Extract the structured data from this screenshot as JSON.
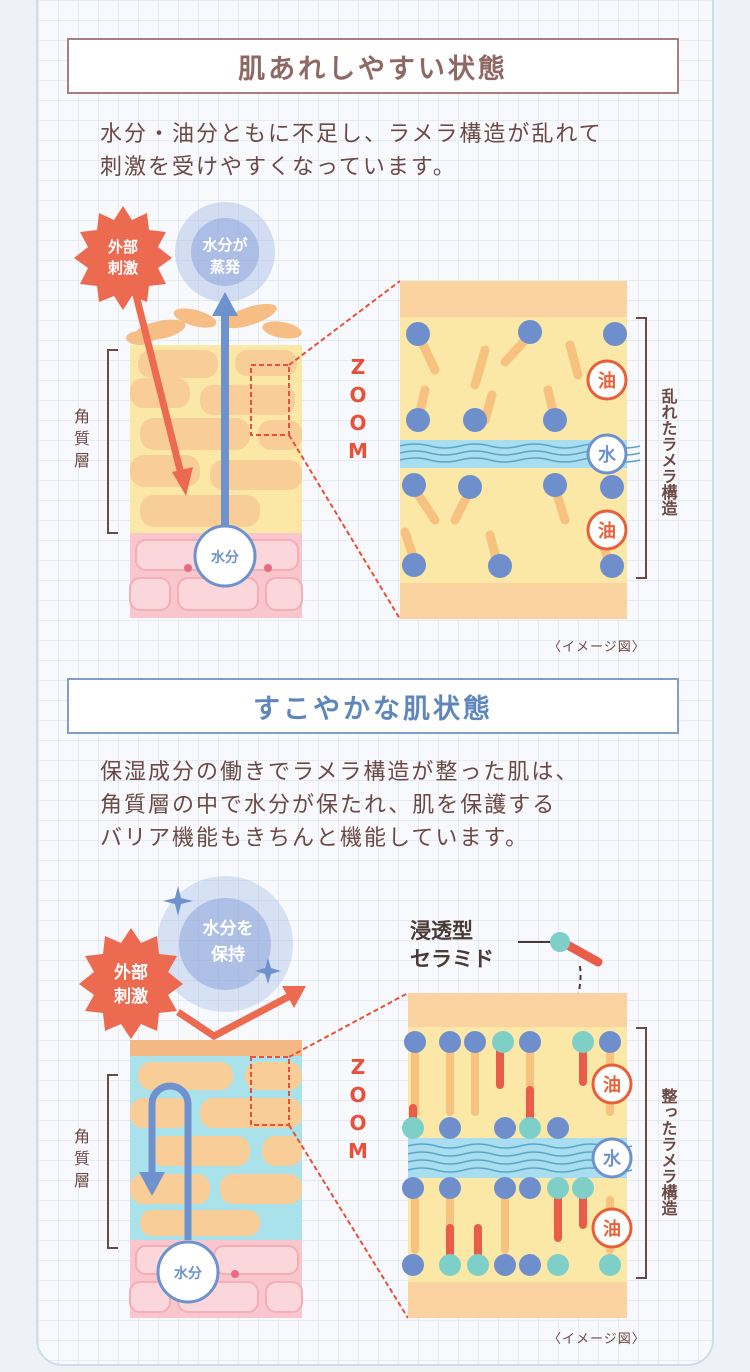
{
  "rough": {
    "title": "肌あれしやすい状態",
    "description_lines": [
      "水分・油分ともに不足し、ラメラ構造が乱れて",
      "刺激を受けやすくなっています。"
    ],
    "burst_lines": [
      "外部",
      "刺激"
    ],
    "vapor_lines": [
      "水分が",
      "蒸発"
    ],
    "stratum_lines": [
      "角",
      "質",
      "層"
    ],
    "moisture_label": "水分",
    "zoom_letters": [
      "Z",
      "O",
      "O",
      "M"
    ],
    "oil_label": "油",
    "water_label": "水",
    "structure_label": "乱れたラメラ構造",
    "caption": "〈イメージ図〉"
  },
  "healthy": {
    "title": "すこやかな肌状態",
    "description_lines": [
      "保湿成分の働きでラメラ構造が整った肌は、",
      "角質層の中で水分が保たれ、肌を保護する",
      "バリア機能もきちんと機能しています。"
    ],
    "burst_lines": [
      "外部",
      "刺激"
    ],
    "hold_lines": [
      "水分を",
      "保持"
    ],
    "stratum_lines": [
      "角",
      "質",
      "層"
    ],
    "moisture_label": "水分",
    "ceramide_lines": [
      "浸透型",
      "セラミド"
    ],
    "zoom_letters": [
      "Z",
      "O",
      "O",
      "M"
    ],
    "oil_label": "油",
    "water_label": "水",
    "structure_label": "整ったラメラ構造",
    "caption": "〈イメージ図〉"
  },
  "colors": {
    "brown_text": "#6b4a45",
    "blue_accent": "#5f86bd",
    "burst_red": "#ec6a50",
    "water_blue": "#6e92cd",
    "oil_orange": "#e8603a",
    "lamella_yellow": "#fbe7a6",
    "lamella_orange": "#fbd3a1",
    "cell_peach": "#f9cd98",
    "skin_pink": "#f8c6cc",
    "teal": "#7ecfc8",
    "lipid_red": "#e95c4a",
    "dot_blue": "#6f8fcc"
  }
}
